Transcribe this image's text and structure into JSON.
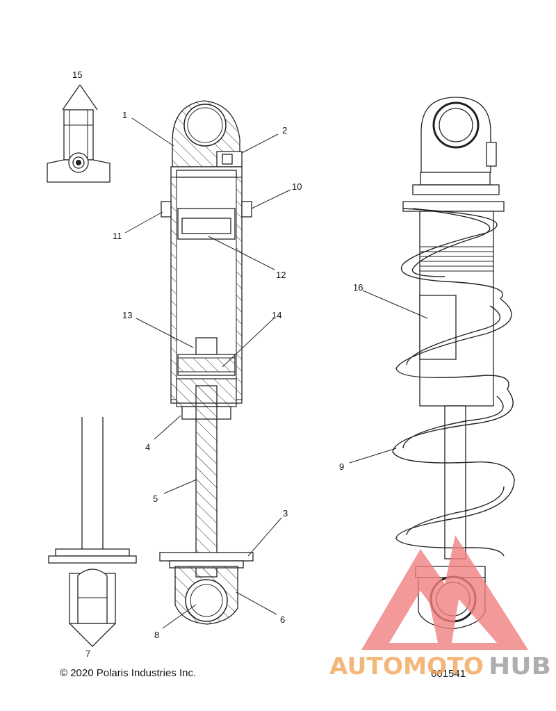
{
  "callouts": {
    "c1": "1",
    "c2": "2",
    "c3": "3",
    "c4": "4",
    "c5": "5",
    "c6": "6",
    "c7": "7",
    "c8": "8",
    "c9": "9",
    "c10": "10",
    "c11": "11",
    "c12": "12",
    "c13": "13",
    "c14": "14",
    "c15": "15",
    "c16": "16"
  },
  "copyright": "© 2020 Polaris Industries Inc.",
  "diagram_number": "601541",
  "watermark": {
    "part1": "AUTOMOTO",
    "part2": "HUB",
    "color1": "#f2a65a",
    "color2": "#9a9a9a",
    "triangle_color": "#f08080"
  }
}
